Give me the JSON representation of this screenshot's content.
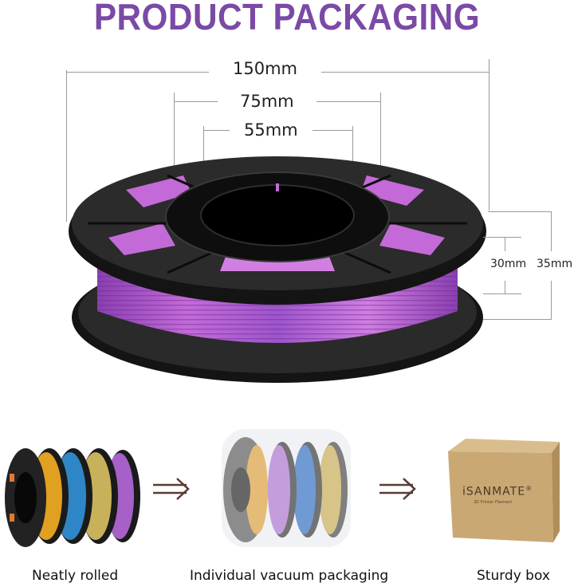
{
  "header": {
    "title": "PRODUCT PACKAGING"
  },
  "colors": {
    "title": "#7a4aa6",
    "filament": "#b35ad0",
    "spool": "#1c1c1c",
    "arrow": "#5a3a34",
    "box": "#c9a874"
  },
  "dimensions": {
    "outer_diameter": "150mm",
    "hub_diameter": "75mm",
    "bore_diameter": "55mm",
    "inner_width": "30mm",
    "total_width": "35mm"
  },
  "steps": [
    {
      "label": "Neatly rolled",
      "icon": "filament-spools-image"
    },
    {
      "label": "Individual vacuum packaging",
      "icon": "vacuum-packed-spools-image"
    },
    {
      "label": "Sturdy box",
      "icon": "cardboard-box-image"
    }
  ],
  "box": {
    "brand": "iSANMATE",
    "registered": "®",
    "subtitle": "3D Printer Filament"
  },
  "arrows": [
    "double-right-arrow-icon",
    "double-right-arrow-icon"
  ]
}
